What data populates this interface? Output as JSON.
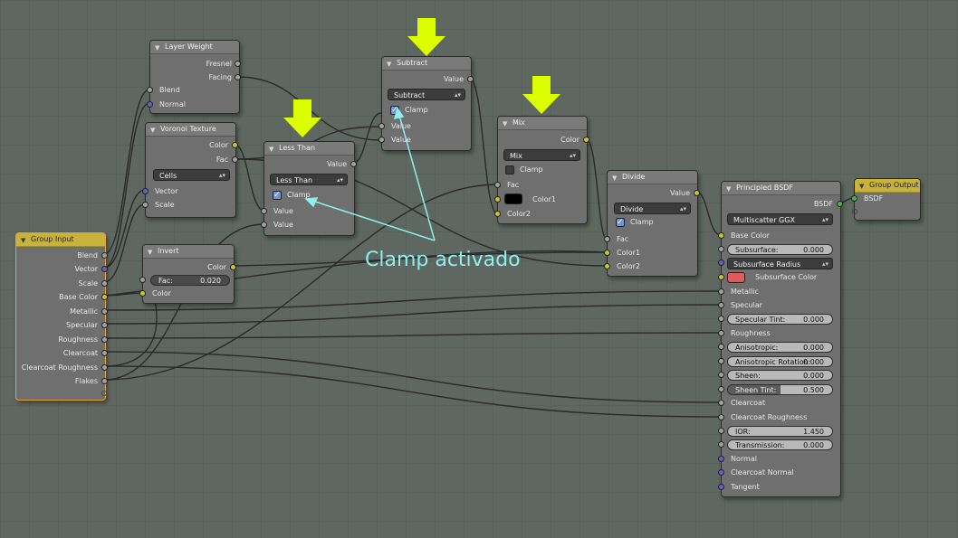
{
  "colors": {
    "socket_grey": "#a1a1a1",
    "socket_yellow": "#c7c729",
    "socket_blue": "#6363c7",
    "socket_green": "#35c035",
    "arrow": "#dcff00",
    "annotation": "#8ef0ee"
  },
  "nodes": {
    "group_input": {
      "title": "Group Input",
      "outputs": [
        "Blend",
        "Vector",
        "Scale",
        "Base Color",
        "Metallic",
        "Specular",
        "Roughness",
        "Clearcoat",
        "Clearcoat Roughness",
        "Flakes"
      ]
    },
    "layer_weight": {
      "title": "Layer Weight",
      "outputs": [
        "Fresnel",
        "Facing"
      ],
      "inputs": [
        "Blend",
        "Normal"
      ]
    },
    "voronoi": {
      "title": "Voronoi Texture",
      "outputs": [
        "Color",
        "Fac"
      ],
      "mode": "Cells",
      "inputs": [
        "Vector",
        "Scale"
      ]
    },
    "invert": {
      "title": "Invert",
      "output": "Color",
      "fac_label": "Fac:",
      "fac_value": "0.020",
      "input": "Color"
    },
    "less_than": {
      "title": "Less Than",
      "output": "Value",
      "mode": "Less Than",
      "clamp": "Clamp",
      "inputs": [
        "Value",
        "Value"
      ]
    },
    "subtract": {
      "title": "Subtract",
      "output": "Value",
      "mode": "Subtract",
      "clamp": "Clamp",
      "inputs": [
        "Value",
        "Value"
      ]
    },
    "mix": {
      "title": "Mix",
      "output": "Color",
      "mode": "Mix",
      "clamp": "Clamp",
      "inputs": [
        "Fac",
        "Color1",
        "Color2"
      ]
    },
    "divide": {
      "title": "Divide",
      "output": "Value",
      "mode": "Divide",
      "clamp": "Clamp",
      "inputs": [
        "Fac",
        "Color1",
        "Color2"
      ]
    },
    "bsdf": {
      "title": "Principled BSDF",
      "output": "BSDF",
      "distribution": "Multiscatter GGX",
      "base_color": "Base Color",
      "subsurface_label": "Subsurface:",
      "subsurface_value": "0.000",
      "subsurface_method": "Subsurface Radius",
      "subsurface_color": "Subsurface Color",
      "metallic": "Metallic",
      "specular": "Specular",
      "specular_tint_label": "Specular Tint:",
      "specular_tint_value": "0.000",
      "roughness": "Roughness",
      "anisotropic_label": "Anisotropic:",
      "anisotropic_value": "0.000",
      "aniso_rot_label": "Anisotropic Rotation:",
      "aniso_rot_value": "0.000",
      "sheen_label": "Sheen:",
      "sheen_value": "0.000",
      "sheen_tint_label": "Sheen Tint:",
      "sheen_tint_value": "0.500",
      "clearcoat": "Clearcoat",
      "clearcoat_roughness": "Clearcoat Roughness",
      "ior_label": "IOR:",
      "ior_value": "1.450",
      "transmission_label": "Transmission:",
      "transmission_value": "0.000",
      "normal": "Normal",
      "clearcoat_normal": "Clearcoat Normal",
      "tangent": "Tangent"
    },
    "group_output": {
      "title": "Group Output",
      "input": "BSDF"
    }
  },
  "annotation": "Clamp activado"
}
